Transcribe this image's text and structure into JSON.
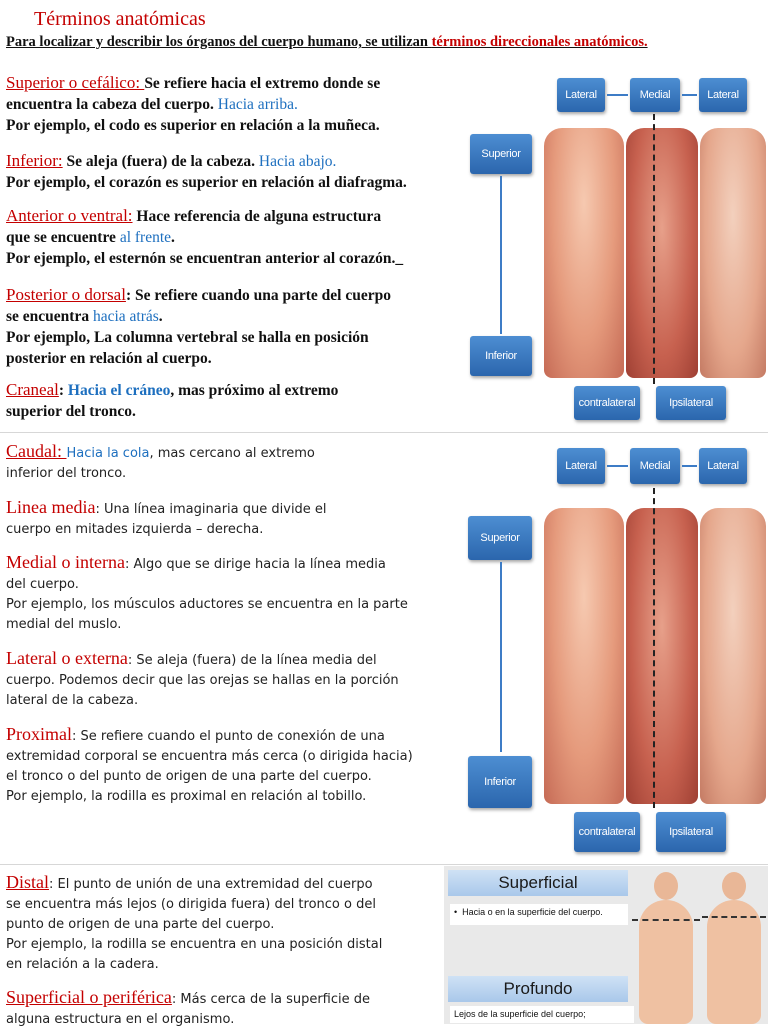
{
  "title": "Términos anatómicas",
  "intro": {
    "prefix": "Para localizar y describir los órganos del cuerpo humano, se utilizan ",
    "highlight": "términos direccionales anatómicos."
  },
  "section1": [
    {
      "term": "Superior o cefálico: ",
      "line1": "Se refiere hacia el extremo donde se",
      "line2a": "encuentra la cabeza del cuerpo. ",
      "blue": "Hacia arriba.",
      "line3": "Por ejemplo, el codo es superior en relación a la muñeca."
    },
    {
      "term": "Inferior:",
      "line1": " Se aleja (fuera) de la cabeza. ",
      "blue": "Hacia abajo.",
      "line2": "Por ejemplo, el corazón es superior en relación al diafragma."
    },
    {
      "term": "Anterior o ventral:",
      "line1": " Hace referencia de alguna estructura",
      "line2a": "que se encuentre ",
      "blue": "al frente",
      "line2b": ".",
      "line3": "Por ejemplo, el esternón se encuentran anterior al corazón._"
    },
    {
      "term": "Posterior o dorsal",
      "line1": ": Se refiere cuando una parte del cuerpo",
      "line2a": "se encuentra ",
      "blue": "hacia atrás",
      "line2b": ".",
      "line3": "Por ejemplo, La columna vertebral se halla en posición",
      "line4": "posterior en relación al cuerpo."
    },
    {
      "term": "Craneal",
      "line1a": ": ",
      "blue": "Hacia el cráneo",
      "line1b": ", mas próximo al extremo",
      "line2": "superior del tronco."
    }
  ],
  "section2": [
    {
      "term": "Caudal: ",
      "blue": "Hacia la cola",
      "line1": ", mas cercano al extremo",
      "line2": "inferior del tronco."
    },
    {
      "term": "Linea media",
      "line1": ": Una línea imaginaria que divide el",
      "line2": "cuerpo en mitades izquierda – derecha."
    },
    {
      "term": "Medial o interna",
      "line1": ": Algo que se dirige hacia la línea media",
      "line2": "del cuerpo.",
      "line3": "Por ejemplo, los músculos aductores se encuentra en la parte",
      "line4": "medial del muslo."
    },
    {
      "term": "Lateral o externa",
      "line1": ": Se aleja (fuera) de la línea media del",
      "line2": "cuerpo. Podemos decir que las orejas se hallas en la porción",
      "line3": "lateral de la cabeza."
    },
    {
      "term": "Proximal",
      "line1": ": Se refiere cuando el punto de conexión de una",
      "line2": "extremidad corporal se encuentra más cerca (o dirigida hacia)",
      "line3": "el tronco o del punto de origen de una parte del cuerpo.",
      "line4": "Por ejemplo, la rodilla es proximal en relación al tobillo."
    }
  ],
  "section3": [
    {
      "term": "Distal",
      "line1": ": El punto de unión de una extremidad del cuerpo",
      "line2": "se encuentra más lejos (o dirigida fuera) del tronco o del",
      "line3": "punto de origen de una parte del cuerpo.",
      "line4": "Por ejemplo, la rodilla se encuentra en una posición distal",
      "line5": "en relación a la cadera."
    },
    {
      "term": "Superficial o periférica",
      "line1": ": Más cerca de la superficie de",
      "line2": "alguna estructura en el organismo."
    }
  ],
  "diagram": {
    "lateral_left": "Lateral",
    "medial": "Medial",
    "lateral_right": "Lateral",
    "superior": "Superior",
    "inferior": "Inferior",
    "contralateral": "contralateral",
    "ipsilateral": "Ipsilateral"
  },
  "superficial_panel": {
    "head1": "Superficial",
    "bullet1": "Hacia o en la superficie del cuerpo.",
    "head2": "Profundo",
    "text2": "Lejos de la superficie del cuerpo;"
  }
}
